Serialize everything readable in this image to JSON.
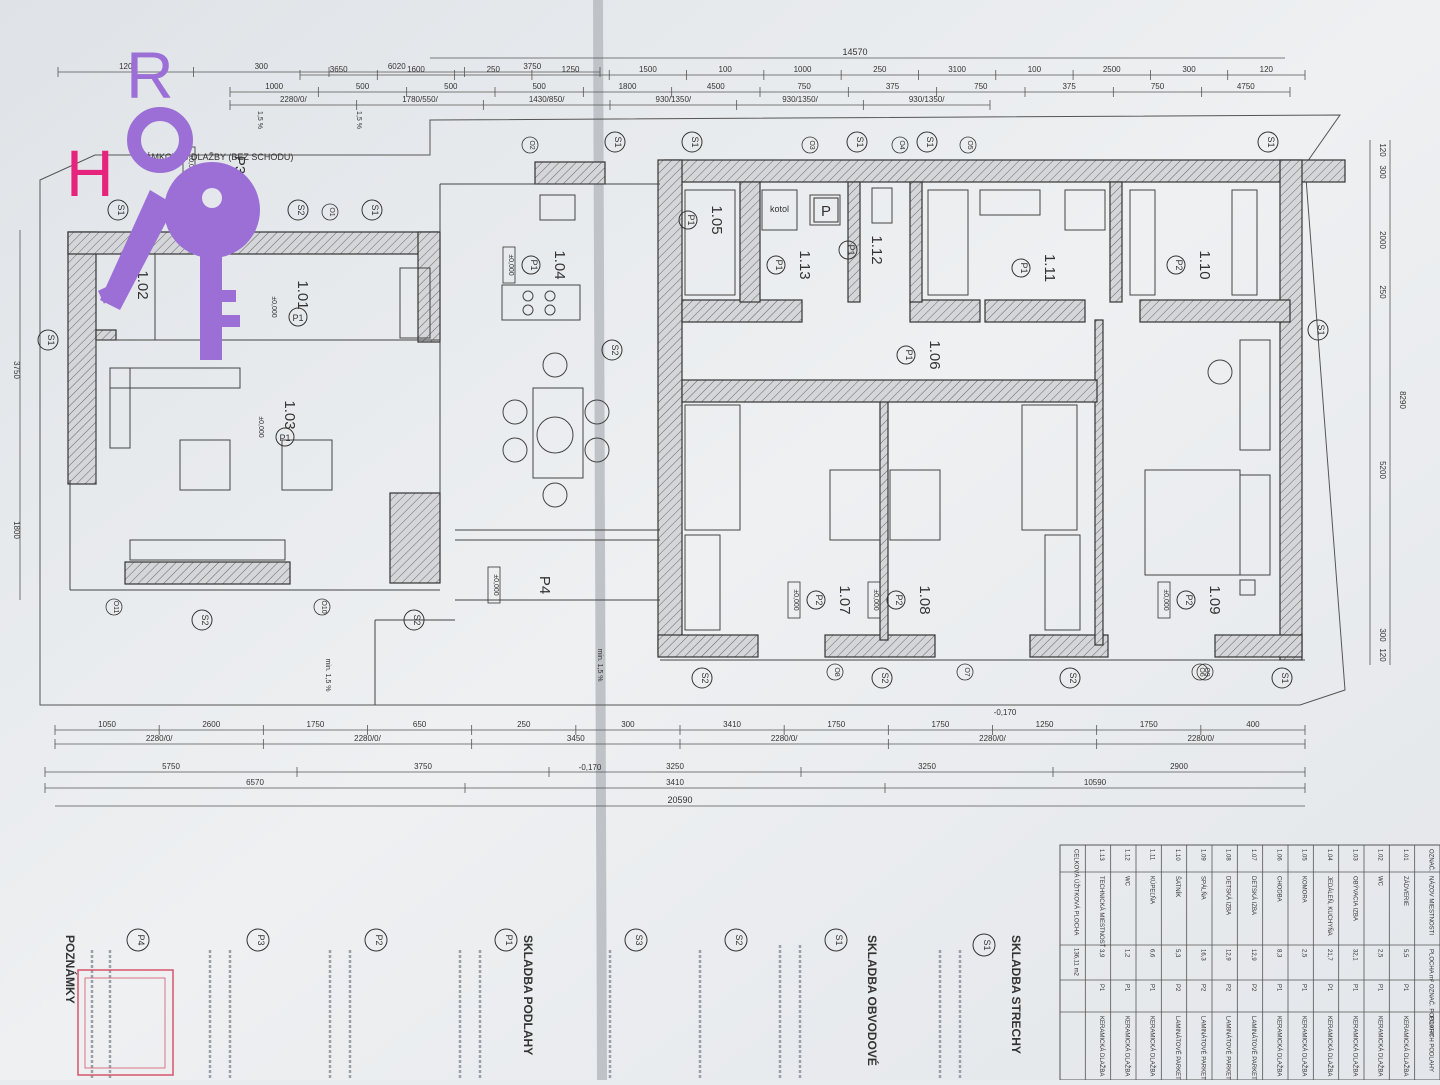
{
  "logo": {
    "letters": [
      "R",
      "H"
    ],
    "colors": {
      "r": "#9b6fd6",
      "h": "#e6247d",
      "key": "#9b6fd6"
    }
  },
  "dims_top": {
    "total": "14570",
    "r1": [
      "120",
      "300",
      "6020",
      "3750"
    ],
    "r2": [
      "3650",
      "1600",
      "250",
      "1250",
      "1500",
      "100",
      "1000",
      "250",
      "3100",
      "100",
      "2500",
      "300",
      "120"
    ],
    "r3": [
      "1000",
      "500",
      "500",
      "500",
      "1800",
      "4500",
      "750",
      "375",
      "750",
      "375",
      "750",
      "4750"
    ],
    "r4": [
      "2280/0/",
      "1780/550/",
      "1430/850/",
      "930/1350/",
      "930/1350/",
      "930/1350/"
    ]
  },
  "dims_bottom": {
    "r1": [
      "1050",
      "2600",
      "1750",
      "650",
      "250",
      "300",
      "3410",
      "1750",
      "1750",
      "1250",
      "1750",
      "400"
    ],
    "r1b": [
      "2280/0/",
      "2280/0/",
      "3450",
      "2280/0/",
      "2280/0/",
      "2280/0/"
    ],
    "r2": [
      "5750",
      "3750",
      "3250",
      "3250",
      "2900"
    ],
    "r3": [
      "6570",
      "3410",
      "10590"
    ],
    "total": "20590",
    "levels": [
      "-0,170",
      "-0,170"
    ]
  },
  "dims_left": [
    "3750",
    "1800"
  ],
  "dims_right": [
    "120",
    "300",
    "2000",
    "250",
    "8290",
    "5200",
    "300",
    "120"
  ],
  "rooms": [
    {
      "id": "1.01",
      "floor": "P1",
      "level": "±0,000"
    },
    {
      "id": "1.02",
      "floor": "",
      "level": ""
    },
    {
      "id": "1.03",
      "floor": "P1",
      "level": "±0,000"
    },
    {
      "id": "1.04",
      "floor": "P1",
      "level": "±0,000"
    },
    {
      "id": "1.05",
      "floor": "P1",
      "level": ""
    },
    {
      "id": "1.13",
      "floor": "P1",
      "level": ""
    },
    {
      "id": "1.12",
      "floor": "P1",
      "level": ""
    },
    {
      "id": "1.11",
      "floor": "P1",
      "level": ""
    },
    {
      "id": "1.10",
      "floor": "P2",
      "level": ""
    },
    {
      "id": "1.06",
      "floor": "P1",
      "level": ""
    },
    {
      "id": "1.07",
      "floor": "P2",
      "level": "±0,000"
    },
    {
      "id": "1.08",
      "floor": "P2",
      "level": "±0,000"
    },
    {
      "id": "1.09",
      "floor": "P2",
      "level": "±0,000"
    },
    {
      "id": "P4",
      "floor": "",
      "level": "±0,000"
    },
    {
      "id": "P3",
      "floor": "",
      "level": "±0,000"
    }
  ],
  "wall_tags": [
    "S1",
    "S1",
    "S1",
    "S1",
    "S1",
    "S1",
    "S1",
    "S1",
    "S1",
    "S1",
    "S2",
    "S2",
    "S2",
    "S2",
    "S2",
    "S2",
    "S2"
  ],
  "openings": [
    "O1",
    "O2",
    "O3",
    "O4",
    "O5",
    "O6",
    "O7",
    "O8",
    "O9",
    "O10",
    "O11"
  ],
  "fixtures": {
    "kotol": "kotol",
    "parking": "P"
  },
  "terrace_note": "ZÁMKOVEJ DLAŽBY (BEZ SCHODU)",
  "slopes": [
    "1,5 %",
    "1,5 %",
    "min. 1,5 %",
    "min. 1,5 %"
  ],
  "legend_headings": [
    "SKLADBA STRECHY",
    "SKLADBA OBVODOVÉ",
    "SKLADBA PODLAHY",
    "POZNÁMKY"
  ],
  "legend_codes": [
    "S1",
    "S1",
    "S2",
    "S3",
    "P1",
    "P2",
    "P3",
    "P4"
  ],
  "room_table": {
    "header": [
      "OZNAČ.",
      "NÁZOV MIESTNOSTI",
      "PLOCHA m²",
      "OZNAČ. PODLAHY",
      "POVRCH PODLAHY"
    ],
    "rows": [
      [
        "1.01",
        "ZÁDVERIE",
        "5,5",
        "P1",
        "KERAMICKÁ DLAŽBA"
      ],
      [
        "1.02",
        "WC",
        "2,5",
        "P1",
        "KERAMICKÁ DLAŽBA"
      ],
      [
        "1.03",
        "OBÝVACIA IZBA",
        "32,1",
        "P1",
        "KERAMICKÁ DLAŽBA"
      ],
      [
        "1.04",
        "JEDÁLEŇ, KUCHYŇA",
        "21,7",
        "P1",
        "KERAMICKÁ DLAŽBA"
      ],
      [
        "1.05",
        "KOMORA",
        "2,5",
        "P1",
        "KERAMICKÁ DLAŽBA"
      ],
      [
        "1.06",
        "CHODBA",
        "8,3",
        "P1",
        "KERAMICKÁ DLAŽBA"
      ],
      [
        "1.07",
        "DETSKÁ IZBA",
        "12,9",
        "P2",
        "LAMINÁTOVÉ PARKETY"
      ],
      [
        "1.08",
        "DETSKÁ IZBA",
        "12,9",
        "P2",
        "LAMINÁTOVÉ PARKETY"
      ],
      [
        "1.09",
        "SPÁLŇA",
        "16,3",
        "P2",
        "LAMINÁTOVÉ PARKETY"
      ],
      [
        "1.10",
        "ŠATNÍK",
        "5,3",
        "P2",
        "LAMINÁTOVÉ PARKETY"
      ],
      [
        "1.11",
        "KÚPEĽŇA",
        "6,6",
        "P1",
        "KERAMICKÁ DLAŽBA"
      ],
      [
        "1.12",
        "WC",
        "1,2",
        "P1",
        "KERAMICKÁ DLAŽBA"
      ],
      [
        "1.13",
        "TECHNICKÁ MIESTNOSŤ",
        "3,9",
        "P1",
        "KERAMICKÁ DLAŽBA"
      ]
    ],
    "total_label": "CELKOVÁ ÚŽITKOVÁ PLOCHA",
    "total_value": "136,11 m2"
  }
}
